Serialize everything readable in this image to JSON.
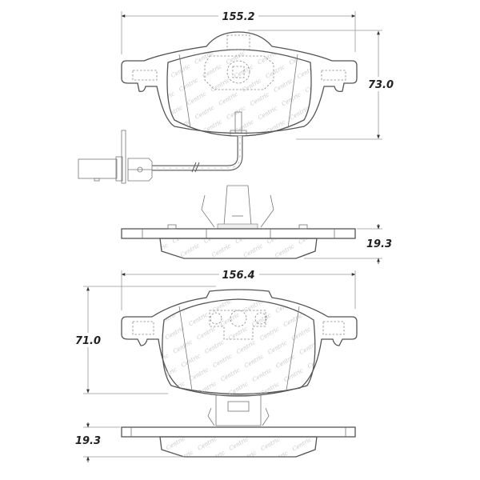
{
  "diagram": {
    "subject": "Brake pad set technical drawing",
    "watermark": "Centric",
    "upper_pad": {
      "width_label": "155.2",
      "height_label": "73.0",
      "thickness_label": "19.3",
      "features": [
        "wear sensor with connector",
        "spring clip"
      ]
    },
    "lower_pad": {
      "width_label": "156.4",
      "height_label": "71.0",
      "thickness_label": "19.3",
      "features": [
        "clip"
      ]
    }
  }
}
